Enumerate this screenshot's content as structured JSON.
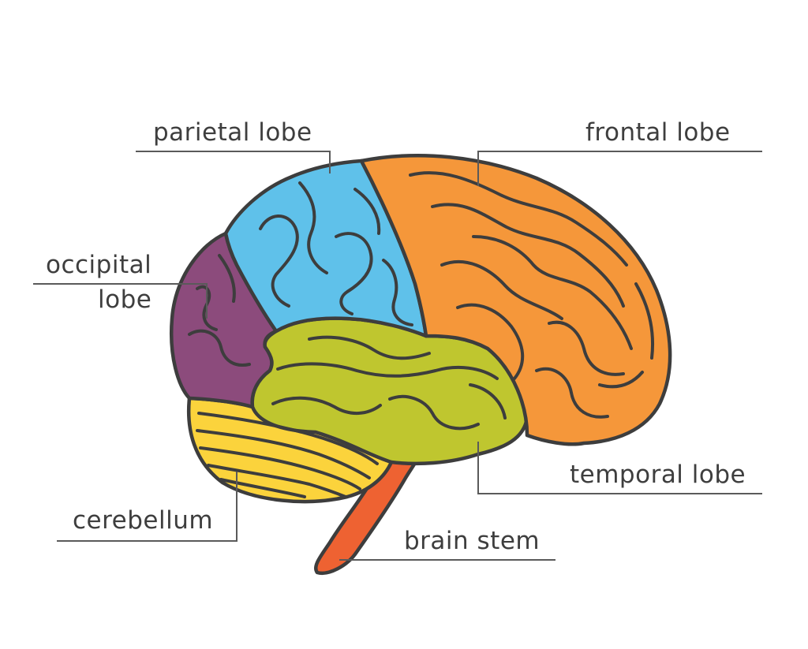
{
  "labels": {
    "parietal": "parietal lobe",
    "frontal": "frontal lobe",
    "occipital_line1": "occipital",
    "occipital_line2": "lobe",
    "temporal": "temporal lobe",
    "cerebellum": "cerebellum",
    "brain_stem": "brain stem"
  },
  "colors": {
    "parietal": "#5fc1ea",
    "frontal": "#f5973a",
    "occipital": "#8c4b7c",
    "temporal": "#bfc62f",
    "cerebellum": "#fbd33c",
    "brain_stem": "#ee6232",
    "outline": "#3d3d3d",
    "label_text": "#3e3e3e",
    "leader_lines": "#5a5a5a"
  }
}
